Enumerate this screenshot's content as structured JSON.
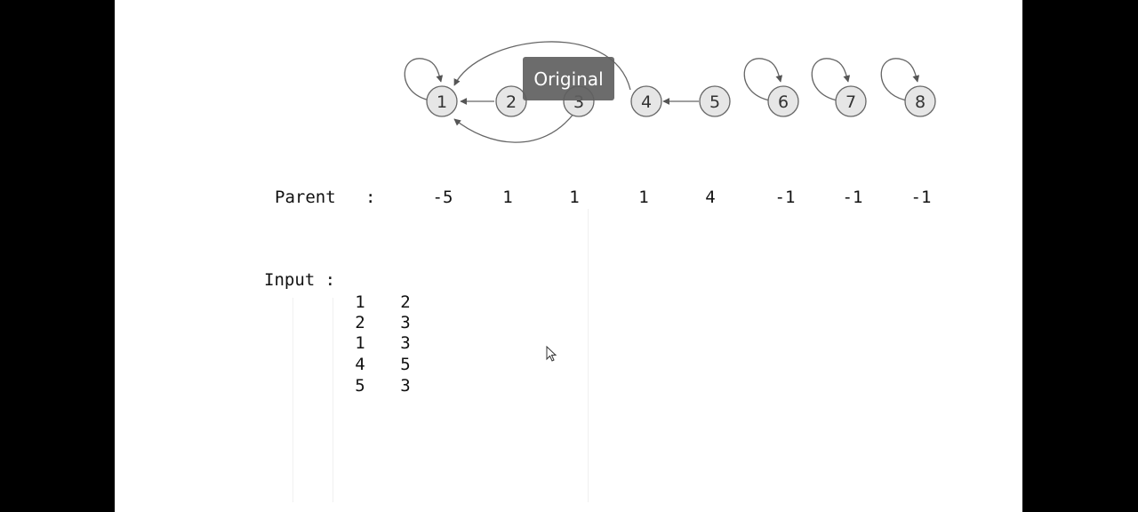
{
  "graph": {
    "nodes": [
      "1",
      "2",
      "3",
      "4",
      "5",
      "6",
      "7",
      "8"
    ]
  },
  "tooltip": "Original",
  "parent_row": {
    "label": "Parent",
    "colon": ":",
    "values": [
      "-5",
      "1",
      "1",
      "1",
      "4",
      "-1",
      "-1",
      "-1"
    ]
  },
  "input": {
    "label": "Input :",
    "rows": [
      [
        "1",
        "2"
      ],
      [
        "2",
        "3"
      ],
      [
        "1",
        "3"
      ],
      [
        "4",
        "5"
      ],
      [
        "5",
        "3"
      ]
    ]
  }
}
